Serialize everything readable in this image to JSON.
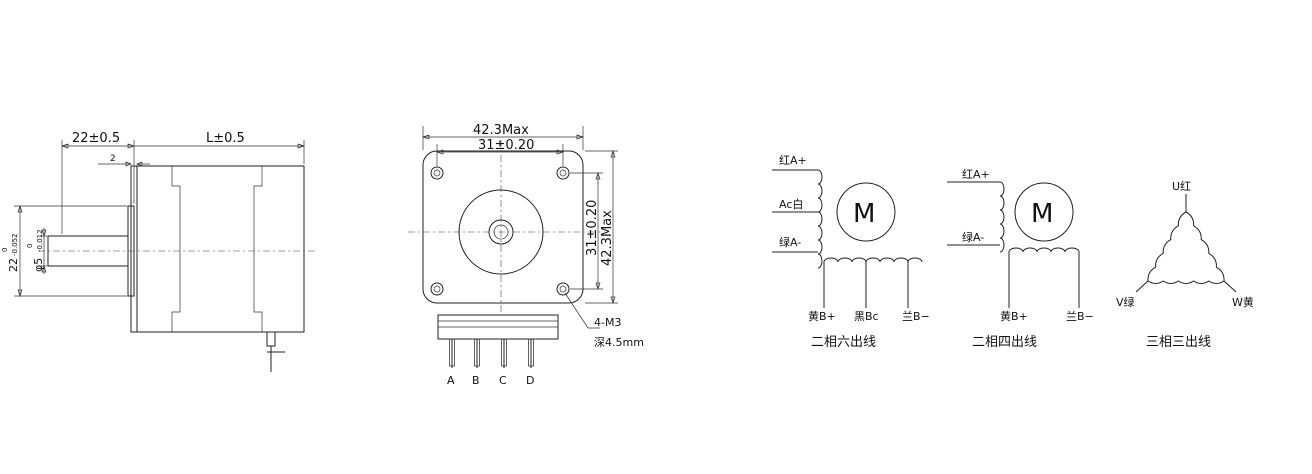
{
  "side_view": {
    "dim_shaft_length": "22±0.5",
    "dim_body_length": "L±0.5",
    "dim_flange": "2",
    "dim_boss_dia": "22",
    "dim_boss_tol_upper": "0",
    "dim_boss_tol_lower": "-0.052",
    "dim_shaft_dia": "φ5",
    "dim_shaft_tol_upper": "0",
    "dim_shaft_tol_lower": "-0.012"
  },
  "front_view": {
    "dim_width_max": "42.3Max",
    "dim_hole_pitch": "31±0.20",
    "dim_height_pitch": "31±0.20",
    "dim_height_max": "42.3Max",
    "hole_spec": "4-M3",
    "hole_depth": "深4.5mm",
    "pins": [
      "A",
      "B",
      "C",
      "D"
    ]
  },
  "wiring": {
    "motor_symbol": "M",
    "six_wire": {
      "labels_left": [
        "红A+",
        "Ac白",
        "绿A-"
      ],
      "labels_bottom": [
        "黄B+",
        "黑Bc",
        "兰B−"
      ],
      "caption": "二相六出线"
    },
    "four_wire": {
      "labels_left": [
        "红A+",
        "绿A-"
      ],
      "labels_bottom": [
        "黄B+",
        "兰B−"
      ],
      "caption": "二相四出线"
    },
    "three_phase": {
      "label_top": "U红",
      "label_left": "V绿",
      "label_right": "W黄",
      "caption": "三相三出线"
    }
  }
}
